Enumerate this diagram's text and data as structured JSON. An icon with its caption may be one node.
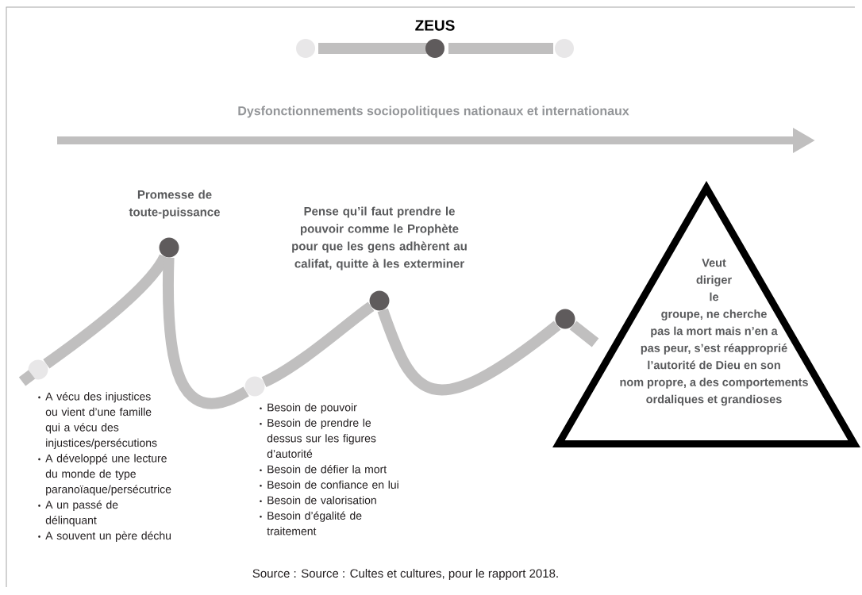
{
  "diagram": {
    "title": "ZEUS",
    "caption": "Source : Source : Cultes et cultures, pour le rapport 2018.",
    "nodes": [
      {
        "text": [],
        "shape": "circle",
        "beside": [
          "A vécu des injustices ou vient d’une famille qui a vécu des injustices/persécutions",
          "A développé une lecture du monde de type paranoïaque/persécutrice",
          "A un passé de délinquant",
          "A souvent un père déchu"
        ]
      },
      {
        "text": [],
        "shape": "circle",
        "beside": [
          "Promesse de toute-puissance"
        ]
      },
      {
        "text": [],
        "shape": "circle",
        "beside": [
          "Besoin de pouvoir",
          "Besoin de prendre le dessus sur les figures d’autorité",
          "Besoin de défier la mort",
          "Besoin de confiance en lui",
          "Besoin de valorisation",
          "Besoin d’égalité de traitement"
        ]
      },
      {
        "text": [],
        "shape": "circle",
        "beside": [
          "Pense qu’il faut prendre le pouvoir comme le Prophète pour que les gens adhèrent au califat, quitte à les exterminer"
        ]
      },
      {
        "text": [],
        "shape": "circle"
      },
      {
        "text": [
          "Veut diriger le groupe, ne cherche pas la mort mais n’en a pas peur, s’est réapproprié l’autorité de Dieu en son nom propre, a des comportements ordaliques et grandioses"
        ]
      }
    ],
    "edges": [
      {
        "from": 0,
        "to": 1,
        "arrow": "none"
      },
      {
        "from": 1,
        "to": 2,
        "arrow": "none"
      },
      {
        "from": 2,
        "to": 3,
        "arrow": "none"
      },
      {
        "from": 3,
        "to": 4,
        "arrow": "none"
      },
      {
        "from": 4,
        "to": null,
        "arrow": "none"
      }
    ],
    "labels": [
      "Dysfonctionnements sociopolitiques nationaux et internationaux"
    ]
  }
}
